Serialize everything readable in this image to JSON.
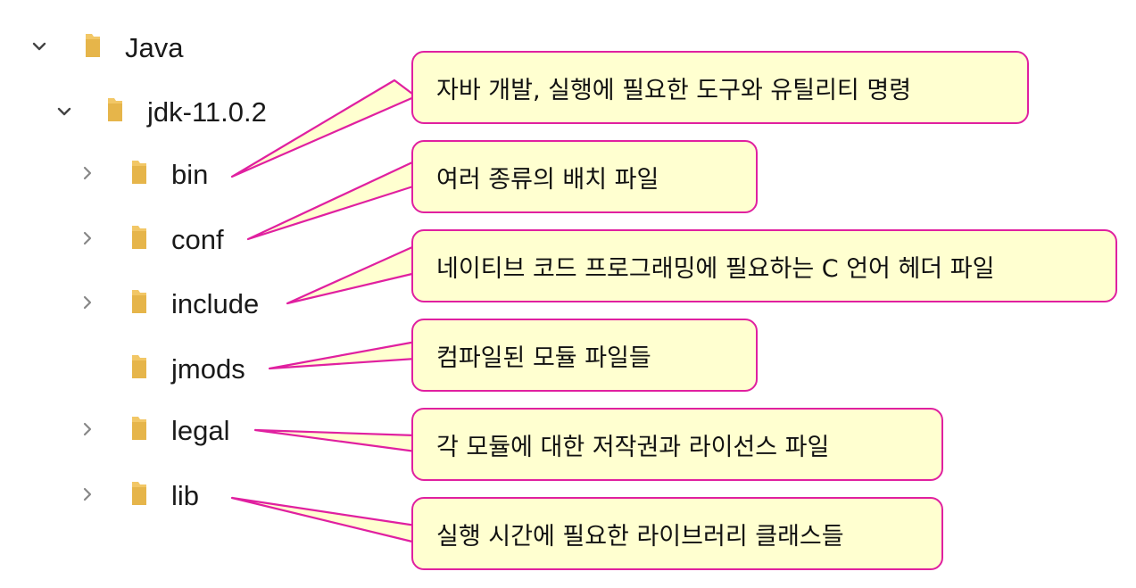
{
  "tree": {
    "root": {
      "label": "Java",
      "icon": "folder-icon",
      "expanded": true
    },
    "jdk": {
      "label": "jdk-11.0.2",
      "icon": "folder-icon",
      "expanded": true
    },
    "children": [
      {
        "label": "bin",
        "has_chevron": true
      },
      {
        "label": "conf",
        "has_chevron": true
      },
      {
        "label": "include",
        "has_chevron": true
      },
      {
        "label": "jmods",
        "has_chevron": false
      },
      {
        "label": "legal",
        "has_chevron": true
      },
      {
        "label": "lib",
        "has_chevron": true
      }
    ]
  },
  "callouts": [
    {
      "text": "자바 개발, 실행에 필요한 도구와 유틸리티 명령",
      "target": "bin"
    },
    {
      "text": "여러 종류의 배치 파일",
      "target": "conf"
    },
    {
      "text": "네이티브 코드 프로그래밍에 필요하는 C 언어 헤더 파일",
      "target": "include"
    },
    {
      "text": "컴파일된 모듈 파일들",
      "target": "jmods"
    },
    {
      "text": "각 모듈에 대한 저작권과 라이선스 파일",
      "target": "legal"
    },
    {
      "text": "실행 시간에 필요한 라이브러리 클래스들",
      "target": "lib"
    }
  ],
  "colors": {
    "folder": "#f2c766",
    "callout_fill": "#ffffd0",
    "callout_border": "#e020a0"
  }
}
